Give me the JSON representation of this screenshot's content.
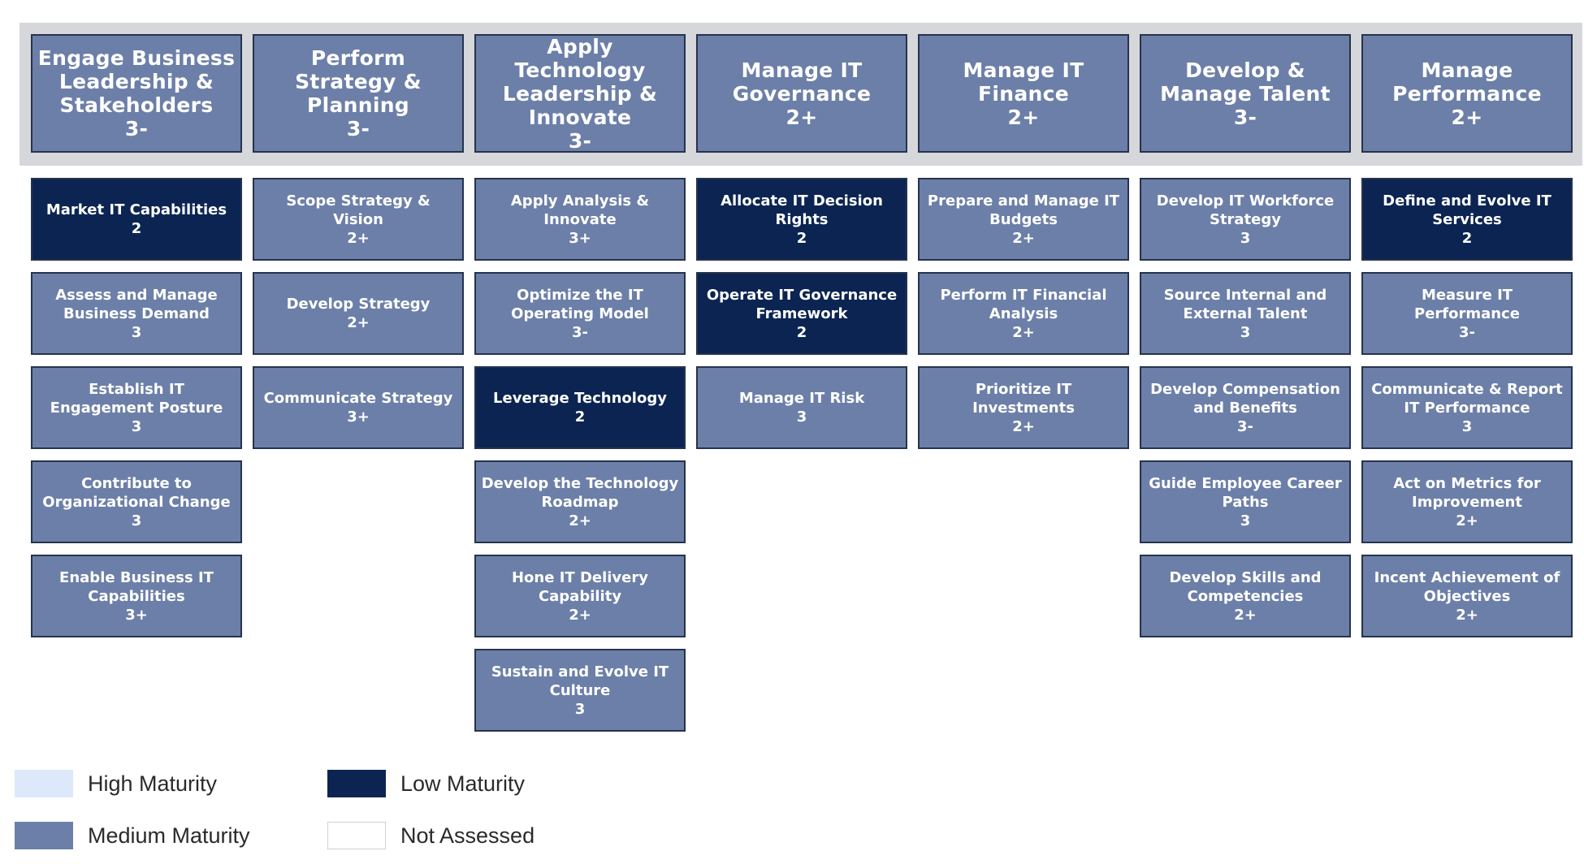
{
  "colors": {
    "high": "#dde9fb",
    "medium": "#6c7fa8",
    "low": "#0b2452",
    "not_assessed": "#ffffff",
    "border": "#26334d"
  },
  "columns": [
    {
      "header": {
        "title": "Engage Business Leadership & Stakeholders",
        "level": "3-",
        "maturity": "medium"
      },
      "cells": [
        {
          "label": "Market IT Capabilities",
          "level": "2",
          "maturity": "low"
        },
        {
          "label": "Assess and Manage Business Demand",
          "level": "3",
          "maturity": "medium"
        },
        {
          "label": "Establish IT Engagement Posture",
          "level": "3",
          "maturity": "medium"
        },
        {
          "label": "Contribute to Organizational Change",
          "level": "3",
          "maturity": "medium"
        },
        {
          "label": "Enable Business IT Capabilities",
          "level": "3+",
          "maturity": "medium"
        }
      ]
    },
    {
      "header": {
        "title": "Perform Strategy & Planning",
        "level": "3-",
        "maturity": "medium"
      },
      "cells": [
        {
          "label": "Scope Strategy & Vision",
          "level": "2+",
          "maturity": "medium"
        },
        {
          "label": "Develop Strategy",
          "level": "2+",
          "maturity": "medium"
        },
        {
          "label": "Communicate Strategy",
          "level": "3+",
          "maturity": "medium"
        }
      ]
    },
    {
      "header": {
        "title": "Apply Technology Leadership & Innovate",
        "level": "3-",
        "maturity": "medium"
      },
      "cells": [
        {
          "label": "Apply Analysis & Innovate",
          "level": "3+",
          "maturity": "medium"
        },
        {
          "label": "Optimize the IT Operating Model",
          "level": "3-",
          "maturity": "medium"
        },
        {
          "label": "Leverage Technology",
          "level": "2",
          "maturity": "low"
        },
        {
          "label": "Develop the Technology Roadmap",
          "level": "2+",
          "maturity": "medium"
        },
        {
          "label": "Hone IT Delivery Capability",
          "level": "2+",
          "maturity": "medium"
        },
        {
          "label": "Sustain and Evolve IT Culture",
          "level": "3",
          "maturity": "medium"
        }
      ]
    },
    {
      "header": {
        "title": "Manage IT Governance",
        "level": "2+",
        "maturity": "medium"
      },
      "cells": [
        {
          "label": "Allocate IT Decision Rights",
          "level": "2",
          "maturity": "low"
        },
        {
          "label": "Operate IT Governance Framework",
          "level": "2",
          "maturity": "low"
        },
        {
          "label": "Manage IT Risk",
          "level": "3",
          "maturity": "medium"
        }
      ]
    },
    {
      "header": {
        "title": "Manage IT Finance",
        "level": "2+",
        "maturity": "medium"
      },
      "cells": [
        {
          "label": "Prepare and Manage IT Budgets",
          "level": "2+",
          "maturity": "medium"
        },
        {
          "label": "Perform IT Financial Analysis",
          "level": "2+",
          "maturity": "medium"
        },
        {
          "label": "Prioritize IT Investments",
          "level": "2+",
          "maturity": "medium"
        }
      ]
    },
    {
      "header": {
        "title": "Develop & Manage Talent",
        "level": "3-",
        "maturity": "medium"
      },
      "cells": [
        {
          "label": "Develop IT Workforce Strategy",
          "level": "3",
          "maturity": "medium"
        },
        {
          "label": "Source Internal and External Talent",
          "level": "3",
          "maturity": "medium"
        },
        {
          "label": "Develop Compensation and Benefits",
          "level": "3-",
          "maturity": "medium"
        },
        {
          "label": "Guide Employee Career Paths",
          "level": "3",
          "maturity": "medium"
        },
        {
          "label": "Develop Skills and Competencies",
          "level": "2+",
          "maturity": "medium"
        }
      ]
    },
    {
      "header": {
        "title": "Manage Performance",
        "level": "2+",
        "maturity": "medium"
      },
      "cells": [
        {
          "label": "Define and Evolve IT Services",
          "level": "2",
          "maturity": "low"
        },
        {
          "label": "Measure IT Performance",
          "level": "3-",
          "maturity": "medium"
        },
        {
          "label": "Communicate & Report IT Performance",
          "level": "3",
          "maturity": "medium"
        },
        {
          "label": "Act on Metrics for Improvement",
          "level": "2+",
          "maturity": "medium"
        },
        {
          "label": "Incent Achievement of Objectives",
          "level": "2+",
          "maturity": "medium"
        }
      ]
    }
  ],
  "legend": [
    {
      "key": "high",
      "label": "High Maturity"
    },
    {
      "key": "low",
      "label": "Low Maturity"
    },
    {
      "key": "medium",
      "label": "Medium Maturity"
    },
    {
      "key": "not_assessed",
      "label": "Not Assessed"
    }
  ]
}
